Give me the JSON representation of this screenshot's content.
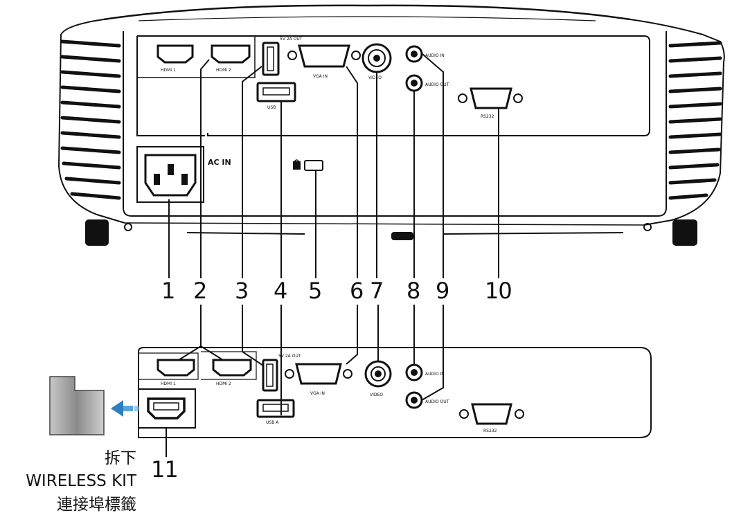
{
  "callouts": [
    {
      "id": "1",
      "label": "1"
    },
    {
      "id": "2",
      "label": "2"
    },
    {
      "id": "3",
      "label": "3"
    },
    {
      "id": "4",
      "label": "4"
    },
    {
      "id": "5",
      "label": "5"
    },
    {
      "id": "6",
      "label": "6"
    },
    {
      "id": "7",
      "label": "7"
    },
    {
      "id": "8",
      "label": "8"
    },
    {
      "id": "9",
      "label": "9"
    },
    {
      "id": "10",
      "label": "10"
    },
    {
      "id": "11",
      "label": "11"
    }
  ],
  "top_panel": {
    "hdmi1": "HDMI 1",
    "hdmi2": "HDMI 2",
    "usb_power": "5V 2A OUT",
    "usb": "USB",
    "vga_in": "VGA IN",
    "video": "VIDEO",
    "audio_in": "AUDIO IN",
    "audio_out": "AUDIO OUT",
    "rs232": "RS232",
    "ac_in": "AC IN"
  },
  "bottom_panel": {
    "hdmi1": "HDMI 1",
    "hdmi2": "HDMI 2",
    "usb_power": "5V 2A OUT",
    "usb_a": "USB A",
    "vga_in": "VGA IN",
    "video": "VIDEO",
    "audio_in": "AUDIO IN",
    "audio_out": "AUDIO OUT",
    "rs232": "RS232"
  },
  "caption": {
    "line1": "拆下",
    "line2": "WIRELESS KIT",
    "line3": "連接埠標籤"
  }
}
